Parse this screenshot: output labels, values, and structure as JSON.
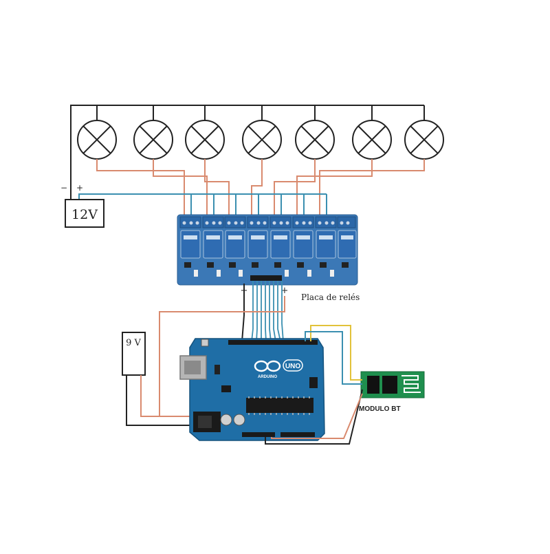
{
  "power_supply": {
    "label": "12V",
    "minus": "−",
    "plus": "+"
  },
  "relay_board": {
    "label": "Placa de relés",
    "minus": "−",
    "plus": "+"
  },
  "battery": {
    "label": "9 V"
  },
  "arduino": {
    "brand": "ARDUINO",
    "model": "UNO"
  },
  "bluetooth": {
    "label": "MODULO BT"
  },
  "colors": {
    "wire_black": "#222222",
    "wire_salmon": "#d98a6e",
    "wire_blue": "#3a8fb0",
    "wire_yellow": "#e2c23a",
    "relay_board": "#3b78b6",
    "arduino_board": "#1f6ea6",
    "bt_board": "#1f8f4e"
  }
}
